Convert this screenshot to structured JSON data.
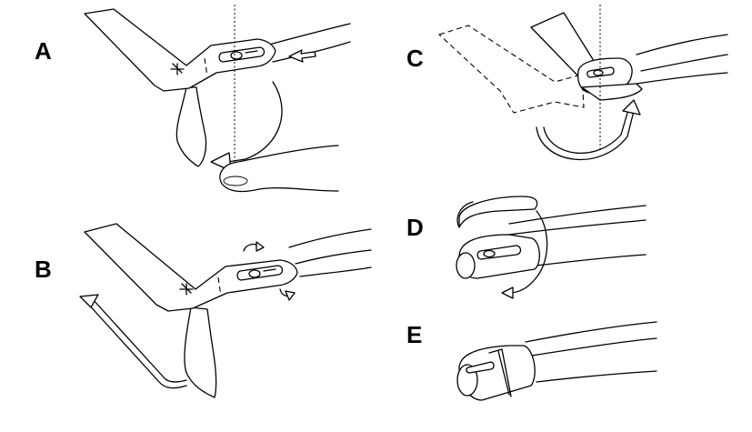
{
  "steps": [
    {
      "id": "A"
    },
    {
      "id": "B"
    },
    {
      "id": "C"
    },
    {
      "id": "D"
    },
    {
      "id": "E"
    }
  ],
  "icons": [
    "arrow-icon",
    "rotate-arrow-icon",
    "sensor-icon",
    "finger-illustration"
  ]
}
